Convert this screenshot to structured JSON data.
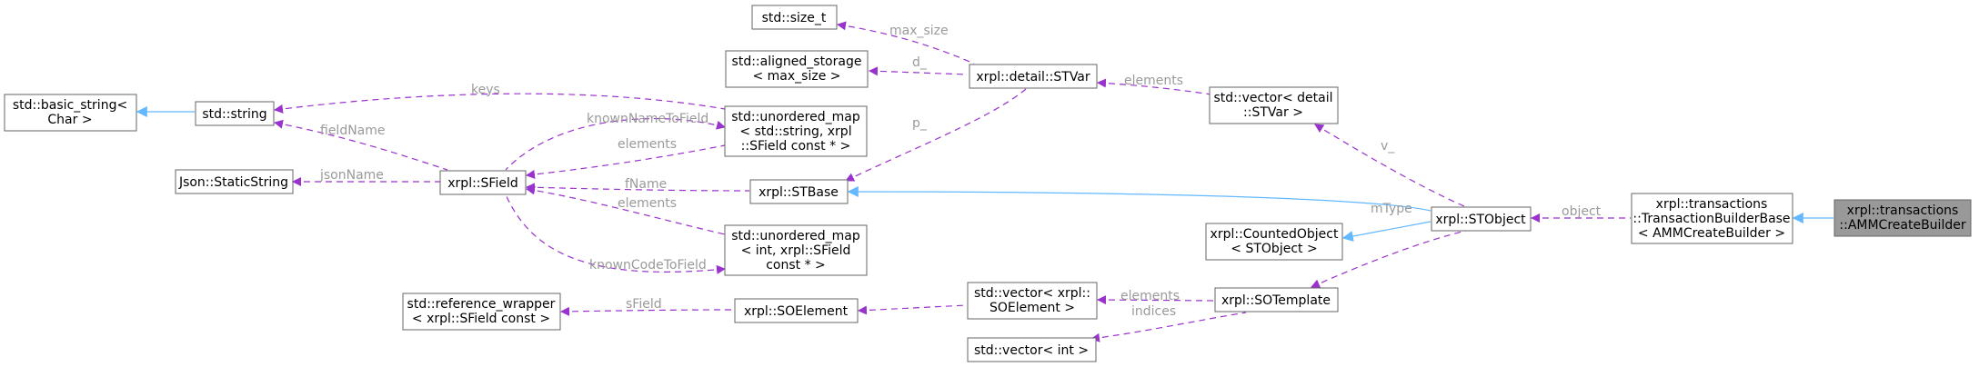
{
  "colors": {
    "usage": "#9a32cd",
    "inheritance": "#63b8ff",
    "label": "#9a9a9a",
    "highlight_fill": "#999999",
    "border": "#666666"
  },
  "nodes": {
    "std_size_t": [
      "std::size_t"
    ],
    "std_aligned_storage": [
      "std::aligned_storage",
      "< max_size >"
    ],
    "stvar": [
      "xrpl::detail::STVar"
    ],
    "std_vector_stvar": [
      "std::vector< detail",
      "::STVar >"
    ],
    "std_basic_string": [
      "std::basic_string<",
      "Char >"
    ],
    "std_string": [
      "std::string"
    ],
    "unordered_map_name": [
      "std::unordered_map",
      "< std::string, xrpl",
      "::SField const * >"
    ],
    "json_staticstring": [
      "Json::StaticString"
    ],
    "sfield": [
      "xrpl::SField"
    ],
    "stbase": [
      "xrpl::STBase"
    ],
    "stobject": [
      "xrpl::STObject"
    ],
    "transaction_builder_base": [
      "xrpl::transactions",
      "::TransactionBuilderBase",
      "< AMMCreateBuilder >"
    ],
    "amm_create_builder": [
      "xrpl::transactions",
      "::AMMCreateBuilder"
    ],
    "counted_object": [
      "xrpl::CountedObject",
      "< STObject >"
    ],
    "unordered_map_code": [
      "std::unordered_map",
      "< int, xrpl::SField",
      "const * >"
    ],
    "reference_wrapper": [
      "std::reference_wrapper",
      "< xrpl::SField const >"
    ],
    "soelement": [
      "xrpl::SOElement"
    ],
    "std_vector_soelement": [
      "std::vector< xrpl::",
      "SOElement >"
    ],
    "sotemplate": [
      "xrpl::SOTemplate"
    ],
    "std_vector_int": [
      "std::vector< int >"
    ]
  },
  "edge_labels": {
    "max_size": "max_size",
    "d": "d_",
    "p": "p_",
    "elements_stvar": "elements",
    "v": "v_",
    "object": "object",
    "keys": "keys",
    "field_name": "fieldName",
    "known_name_to_field": "knownNameToField",
    "elements_name": "elements",
    "json_name": "jsonName",
    "f_name": "fName",
    "elements_code": "elements",
    "known_code_to_field": "knownCodeToField",
    "m_type": "mType",
    "elements_so": "elements",
    "s_field": "sField",
    "indices": "indices"
  }
}
